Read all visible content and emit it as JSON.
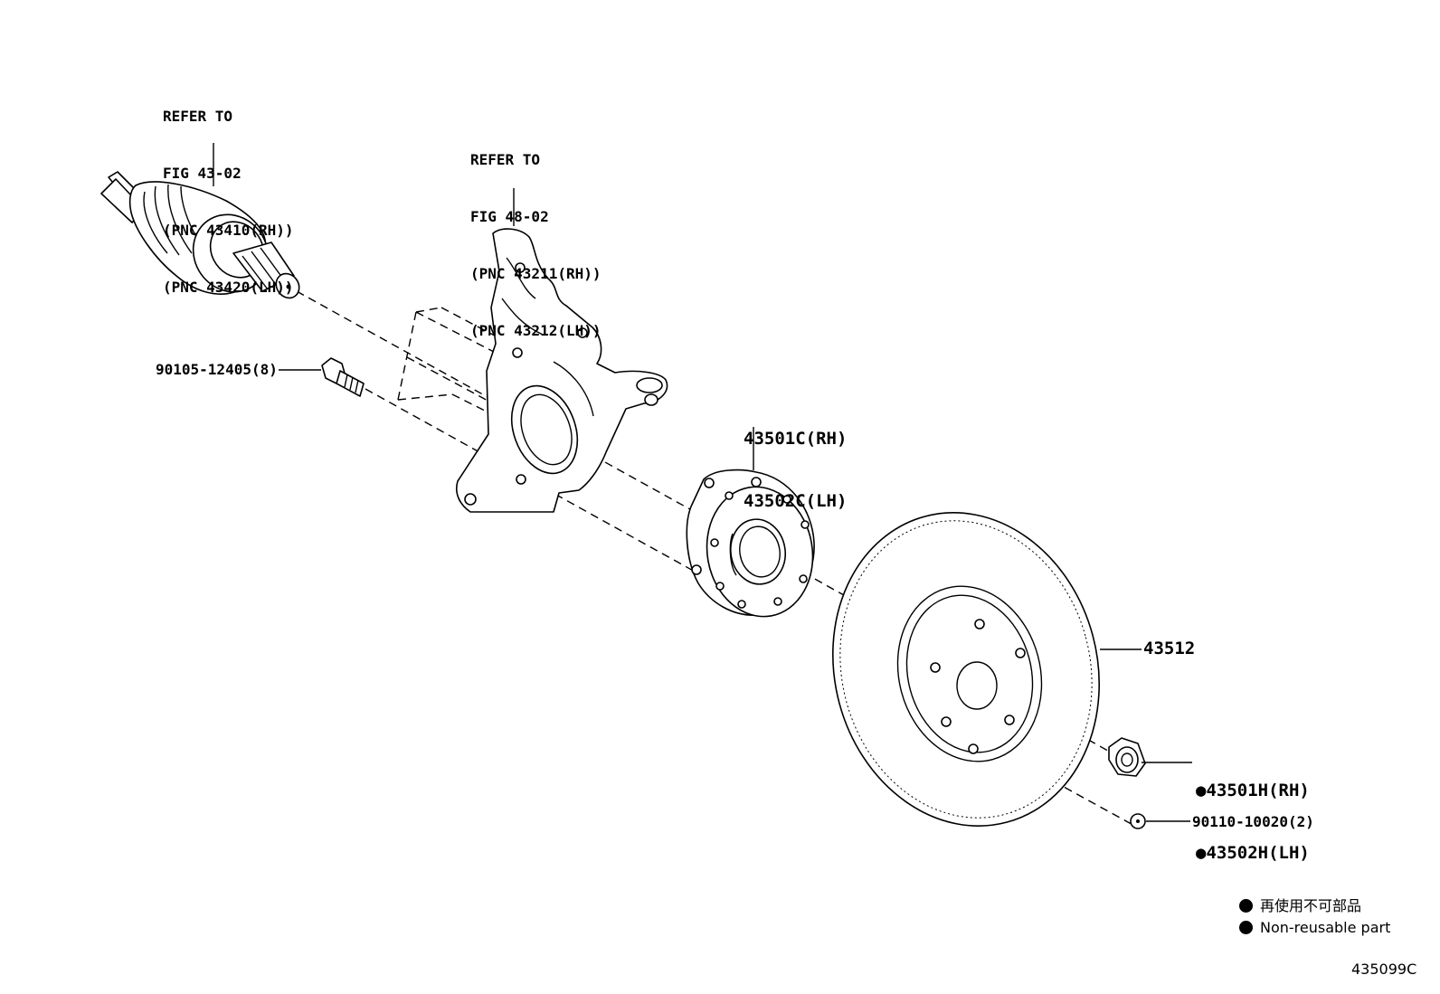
{
  "callouts": {
    "drive_shaft": [
      "REFER TO",
      "FIG 43-02",
      "(PNC 43410(RH))",
      "(PNC 43420(LH))"
    ],
    "knuckle": [
      "REFER TO",
      "FIG 48-02",
      "(PNC 43211(RH))",
      "(PNC 43212(LH))"
    ],
    "bolt": "90105-12405(8)",
    "hub": [
      "43501C(RH)",
      "43502C(LH)"
    ],
    "disc": "43512",
    "nut": [
      "43501H(RH)",
      "43502H(LH)"
    ],
    "screw": "90110-10020(2)"
  },
  "legend": {
    "jp": "再使用不可部品",
    "en": "Non-reusable part"
  },
  "figure_number": "435099C"
}
